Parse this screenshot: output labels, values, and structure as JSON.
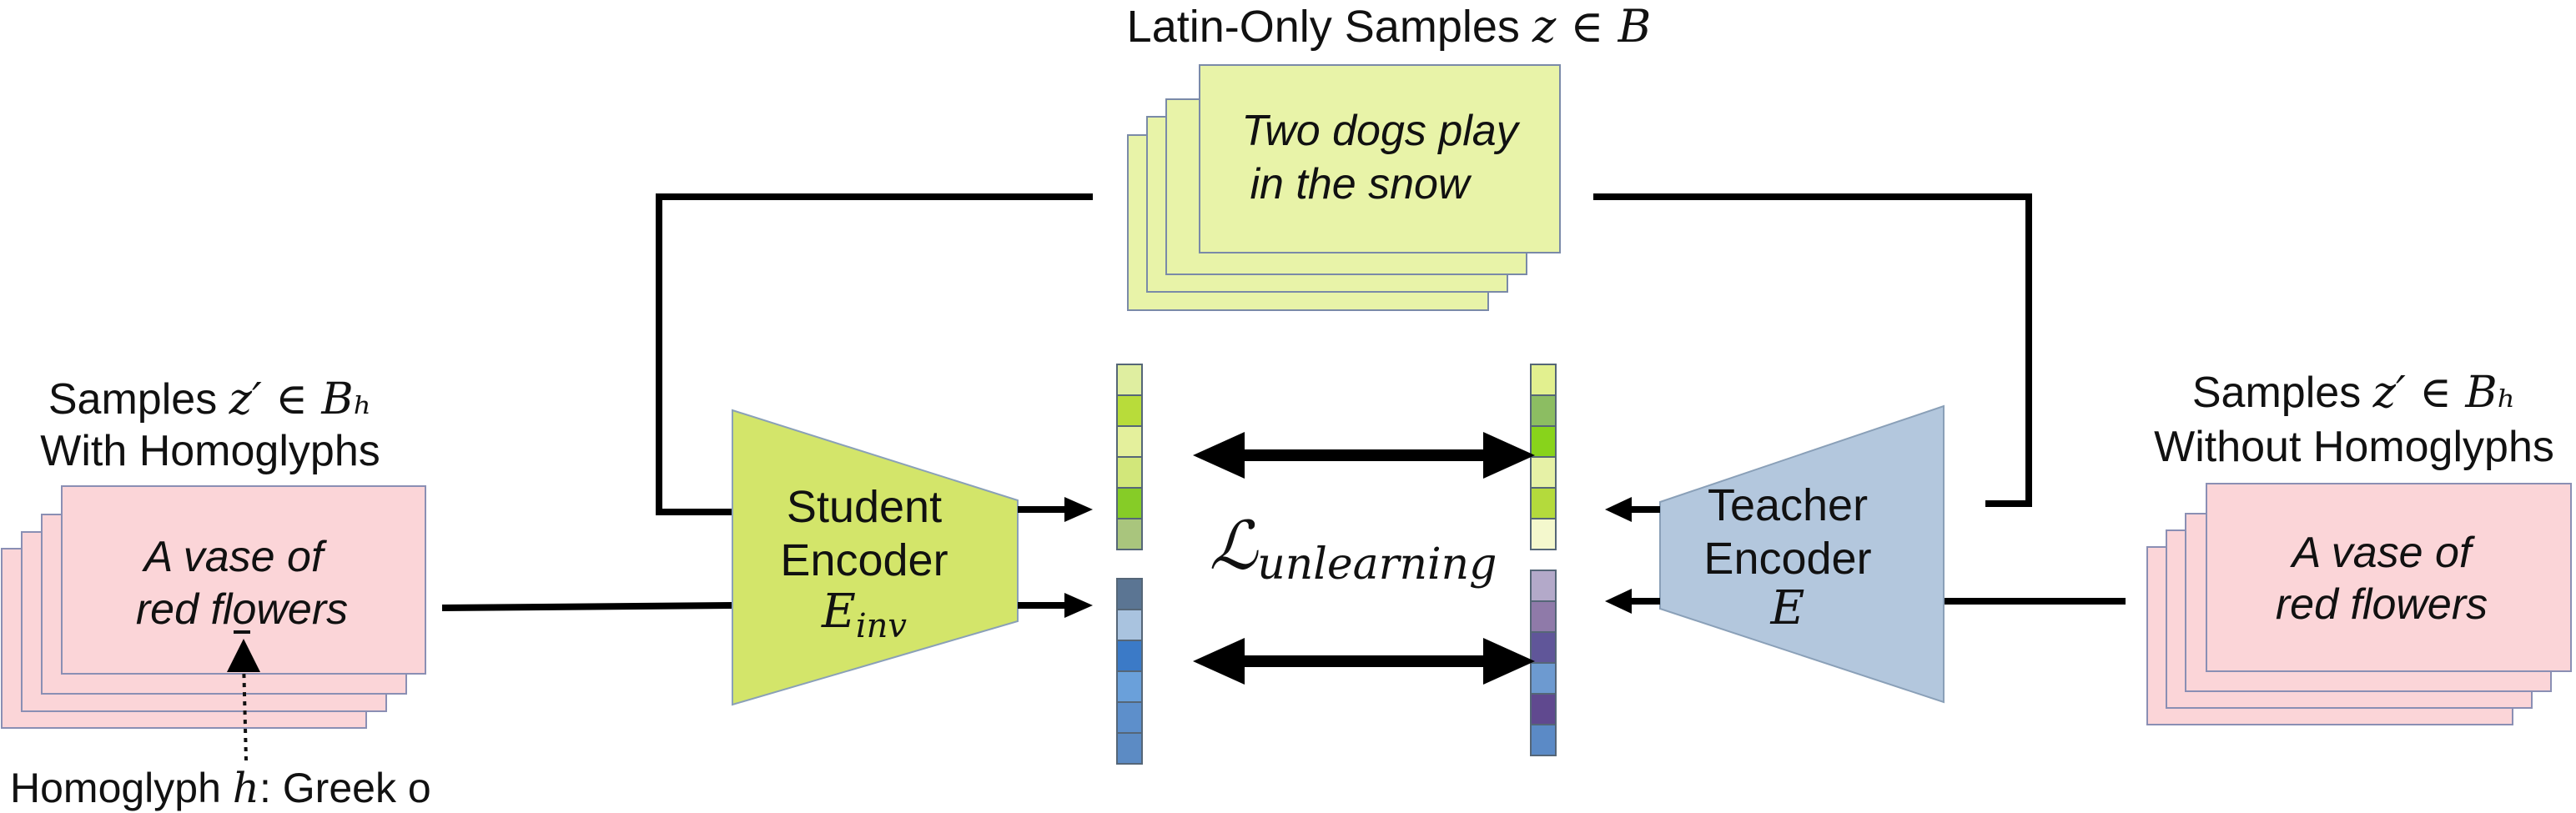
{
  "latin_block": {
    "label_text": "Latin-Only Samples ",
    "label_math": "z ∈ B",
    "card_line1": "Two dogs play",
    "card_line2": "in the snow"
  },
  "left_block": {
    "label_line1_text": "Samples ",
    "label_line1_math": "z′ ∈ Bₕ",
    "label_line2": "With Homoglyphs",
    "card_line1": "A vase of",
    "card_line2": "red flowers",
    "homoglyph_label_text": "Homoglyph ",
    "homoglyph_label_math": "h",
    "homoglyph_label_suffix": ": Greek o"
  },
  "right_block": {
    "label_line1_text": "Samples ",
    "label_line1_math": "z′ ∈ Bₕ",
    "label_line2": "Without Homoglyphs",
    "card_line1": "A vase of",
    "card_line2": "red flowers"
  },
  "student_encoder": {
    "line1": "Student",
    "line2": "Encoder",
    "math": "E",
    "math_sub": "inv"
  },
  "teacher_encoder": {
    "line1": "Teacher",
    "line2": "Encoder",
    "math": "E"
  },
  "loss": {
    "script": "ℒ",
    "sub": "unlearning"
  },
  "colors": {
    "green_card": "#e8f3a8",
    "pink_card": "#fbd5d8",
    "student_fill": "#d3e56a",
    "teacher_fill": "#b3c7dd",
    "green_vector": [
      "#dfeea0",
      "#b8dc3a",
      "#e4f09c",
      "#d2e77a",
      "#86cc27",
      "#a9c57d"
    ],
    "blue_vector_left": [
      "#5b7593",
      "#a9c3df",
      "#3b7ac7",
      "#6aa0da",
      "#5d8fcb",
      "#5c8bc4"
    ],
    "green_vector_right": [
      "#e2f08f",
      "#8cbd62",
      "#88d31b",
      "#e6f1a6",
      "#b4da3c",
      "#f4f8cd"
    ],
    "purple_vector_right": [
      "#b3a9c9",
      "#8f7aa9",
      "#605699",
      "#6d9ad0",
      "#60498f",
      "#5b8ac6"
    ]
  }
}
